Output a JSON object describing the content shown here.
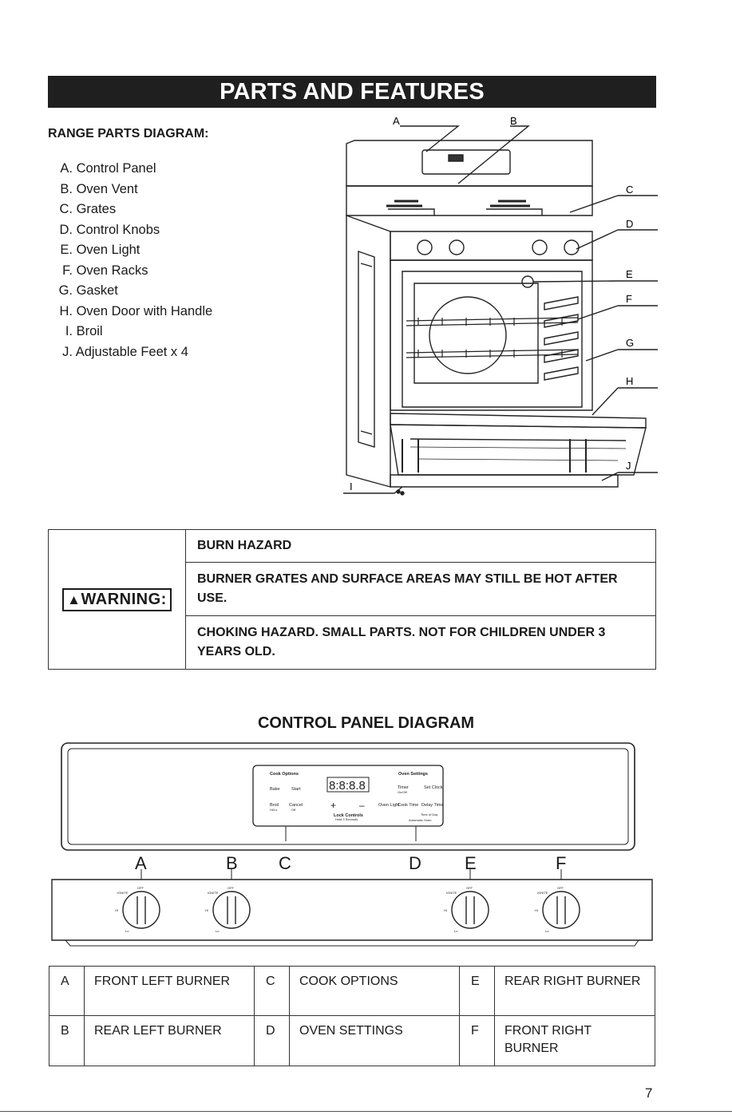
{
  "page_title": "PARTS AND FEATURES",
  "range_diagram": {
    "heading": "RANGE PARTS DIAGRAM:",
    "parts": [
      {
        "letter": "A.",
        "label": "Control Panel"
      },
      {
        "letter": "B.",
        "label": "Oven Vent"
      },
      {
        "letter": "C.",
        "label": "Grates"
      },
      {
        "letter": "D.",
        "label": "Control Knobs"
      },
      {
        "letter": "E.",
        "label": "Oven Light"
      },
      {
        "letter": "F.",
        "label": "Oven Racks"
      },
      {
        "letter": "G.",
        "label": "Gasket"
      },
      {
        "letter": "H.",
        "label": "Oven Door with Handle"
      },
      {
        "letter": "I.",
        "label": "Broil"
      },
      {
        "letter": "J.",
        "label": "Adjustable Feet x 4"
      }
    ],
    "callouts": {
      "a": "A",
      "b": "B",
      "c": "C",
      "d": "D",
      "e": "E",
      "f": "F",
      "g": "G",
      "h": "H",
      "i": "I",
      "j": "J"
    }
  },
  "warning": {
    "triangle": "▲",
    "label": "WARNING:",
    "rows": [
      "BURN HAZARD",
      "BURNER GRATES AND SURFACE AREAS MAY STILL BE HOT AFTER USE.",
      "CHOKING HAZARD. SMALL PARTS. NOT FOR CHILDREN UNDER 3 YEARS OLD."
    ]
  },
  "control_panel": {
    "heading": "CONTROL PANEL DIAGRAM",
    "display": "8:8:8.8",
    "cook_options": "Cook Options",
    "oven_settings": "Oven Settings",
    "bake": "Bake",
    "start": "Start",
    "timer": "Timer",
    "timer_sub": "On/Off",
    "set_clock": "Set\nClock",
    "broil": "Broil",
    "broil_sub": "Hi/Lo",
    "cancel": "Cancel",
    "cancel_sub": "Off",
    "plus": "+",
    "minus": "–",
    "lock_controls": "Lock Controls",
    "lock_sub": "Hold 3 Seconds",
    "oven_light": "Oven\nLight",
    "cook_time": "Cook\nTime",
    "delay_time": "Delay\nTime",
    "time_of_day": "Time of Day",
    "automatic_oven": "Automatic Oven",
    "knob_off": "OFF",
    "knob_ignite": "IGNITE",
    "knob_hi": "HI",
    "knob_lo": "Lo",
    "letters": {
      "a": "A",
      "b": "B",
      "c": "C",
      "d": "D",
      "e": "E",
      "f": "F"
    }
  },
  "parts_table": [
    [
      {
        "letter": "A",
        "label": "FRONT LEFT BURNER"
      },
      {
        "letter": "C",
        "label": "COOK OPTIONS"
      },
      {
        "letter": "E",
        "label": "REAR RIGHT BURNER"
      }
    ],
    [
      {
        "letter": "B",
        "label": "REAR LEFT BURNER"
      },
      {
        "letter": "D",
        "label": "OVEN SETTINGS"
      },
      {
        "letter": "F",
        "label": "FRONT RIGHT BURNER"
      }
    ]
  ],
  "page_number": "7"
}
